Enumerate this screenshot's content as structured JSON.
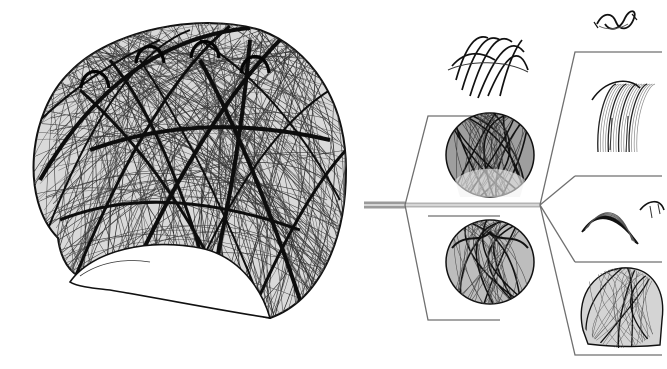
{
  "figure": {
    "background": "#ffffff",
    "ink": "#111111",
    "connector_colors": [
      "#9a9a9a",
      "#c4c4c4",
      "#7a7a7a"
    ],
    "panel_frame_color": "#6f6f6f",
    "main_element": "dense-line-shell-rendering",
    "branches": [
      {
        "name": "upper-branch",
        "items": [
          "top-arch-lines-thumbnail",
          "upper-dome-thumbnail"
        ]
      },
      {
        "name": "lower-branch",
        "items": [
          "lower-dome-thumbnail"
        ]
      },
      {
        "name": "right-branch",
        "items": [
          "small-knot-thumbnail",
          "right-drape-thumbnail",
          "right-arc-thumbnail",
          "right-bottom-dome-thumbnail"
        ]
      }
    ]
  }
}
